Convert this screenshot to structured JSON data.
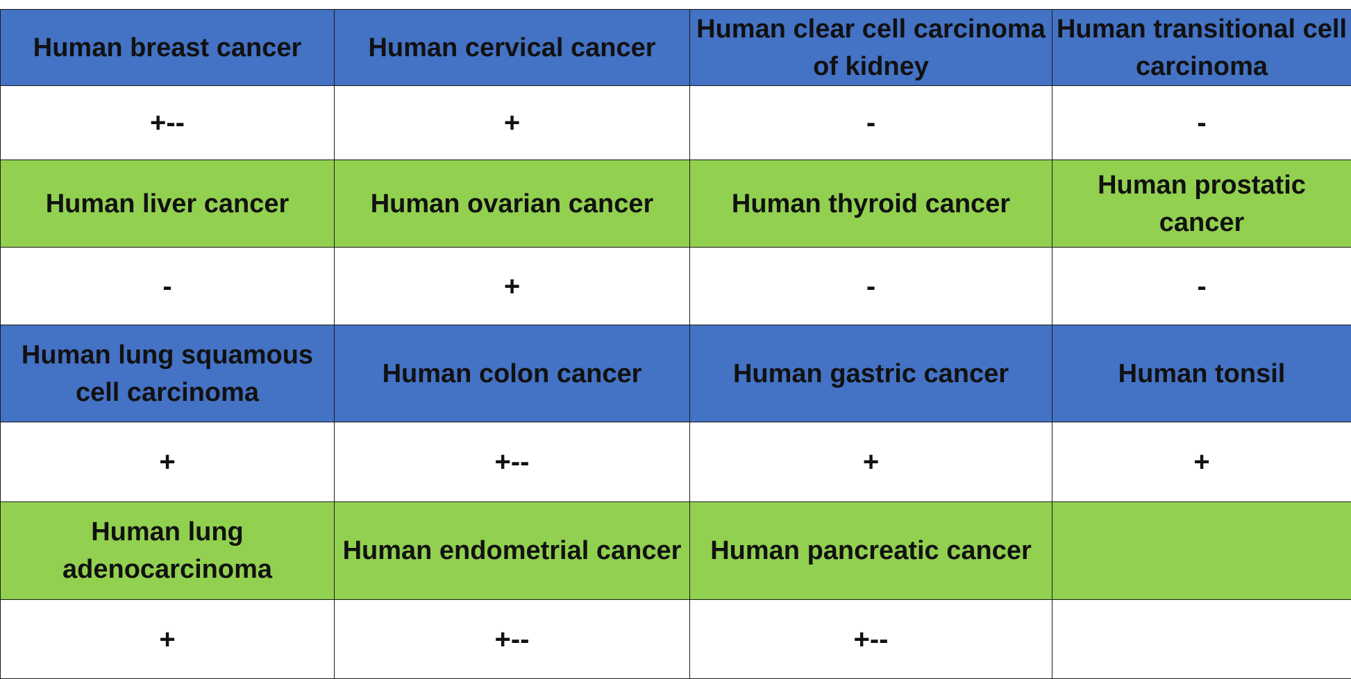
{
  "colors": {
    "blue_row": "#4472c4",
    "green_row": "#92d050",
    "value_row": "#ffffff",
    "border": "#1a1a1a",
    "text": "#111111"
  },
  "table": {
    "rows": [
      {
        "kind": "blue",
        "cells": [
          "Human breast cancer",
          "Human cervical cancer",
          "Human clear cell carcinoma of kidney",
          "Human transitional cell carcinoma"
        ]
      },
      {
        "kind": "white",
        "cells": [
          "+--",
          "+",
          "-",
          "-"
        ]
      },
      {
        "kind": "green",
        "cells": [
          "Human liver cancer",
          "Human ovarian cancer",
          "Human thyroid cancer",
          "Human prostatic cancer"
        ]
      },
      {
        "kind": "white",
        "cells": [
          "-",
          "+",
          "-",
          "-"
        ]
      },
      {
        "kind": "blue",
        "cells": [
          "Human lung squamous cell carcinoma",
          "Human colon cancer",
          "Human gastric cancer",
          "Human tonsil"
        ]
      },
      {
        "kind": "white",
        "cells": [
          "+",
          "+--",
          "+",
          "+"
        ]
      },
      {
        "kind": "green",
        "cells": [
          "Human lung adenocarcinoma",
          "Human endometrial cancer",
          "Human pancreatic cancer",
          ""
        ]
      },
      {
        "kind": "white",
        "cells": [
          "+",
          "+--",
          "+--",
          ""
        ]
      }
    ]
  }
}
